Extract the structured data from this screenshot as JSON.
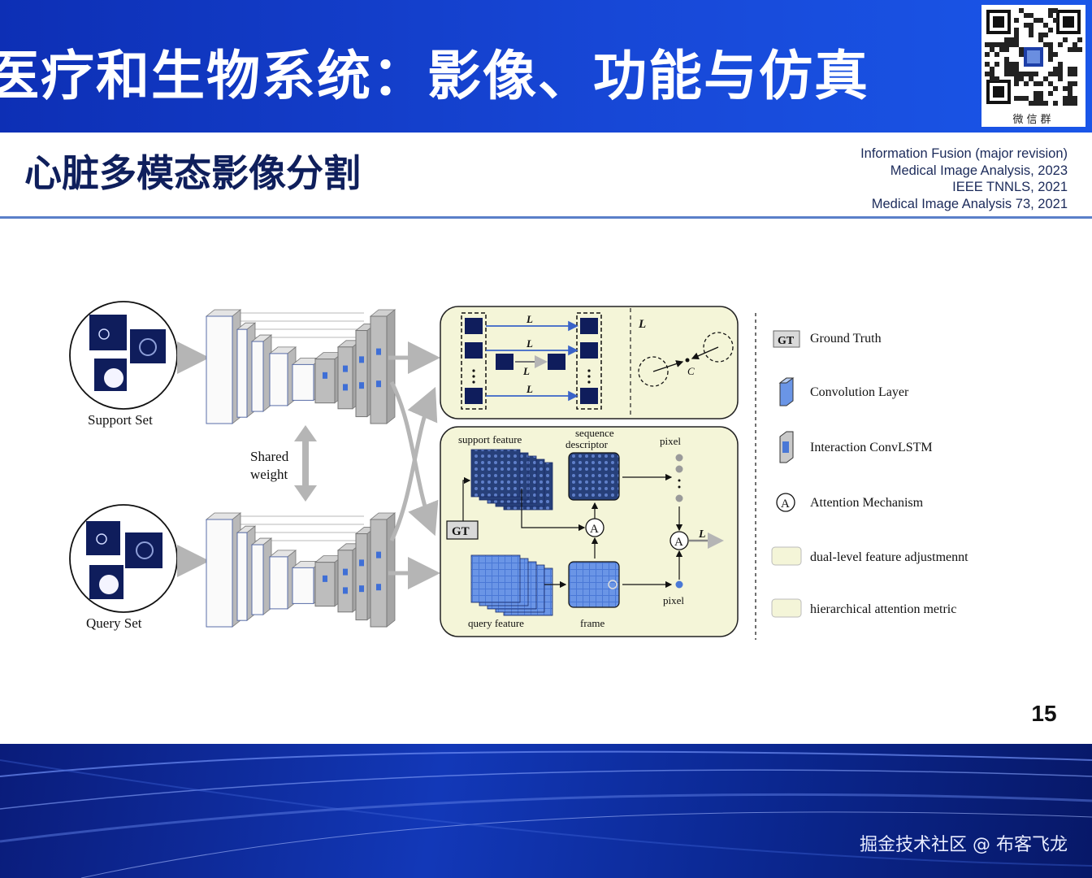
{
  "banner": {
    "title": "医疗和生物系统：影像、功能与仿真",
    "qr_label": "微信群"
  },
  "slide": {
    "title": "心脏多模态影像分割",
    "references": [
      "Information Fusion (major revision)",
      "Medical Image Analysis, 2023",
      "IEEE TNNLS, 2021",
      "Medical Image Analysis 73, 2021"
    ],
    "page_number": "15"
  },
  "figure": {
    "support_set_label": "Support Set",
    "query_set_label": "Query Set",
    "shared_weight_line1": "Shared",
    "shared_weight_line2": "weight",
    "support_feature_label": "support feature",
    "sequence_descriptor_line1": "sequence",
    "sequence_descriptor_line2": "descriptor",
    "pixel_label": "pixel",
    "query_feature_label": "query feature",
    "frame_label": "frame",
    "gt_box": "GT",
    "attention_glyph": "A",
    "loss_lf": "L",
    "loss_lv": "L",
    "cm_label": "C",
    "legend": [
      {
        "text": "Ground Truth",
        "icon": "gt-box-icon"
      },
      {
        "text": "Convolution Layer",
        "icon": "conv-layer-icon"
      },
      {
        "text": "Interaction ConvLSTM",
        "icon": "convlstm-icon"
      },
      {
        "text": "Attention Mechanism",
        "icon": "attention-icon"
      },
      {
        "text": "dual-level feature adjustmennt",
        "icon": "yellow-swatch-icon"
      },
      {
        "text": "hierarchical attention metric",
        "icon": "yellow-swatch-icon"
      }
    ],
    "colors": {
      "panel_fill": "#f4f5d8",
      "arrow_gray": "#b5b5b5",
      "blue_arrow": "#3a63c8",
      "feature_blue": "#4a78d6"
    }
  },
  "footer": {
    "watermark": "掘金技术社区 @ 布客飞龙"
  }
}
